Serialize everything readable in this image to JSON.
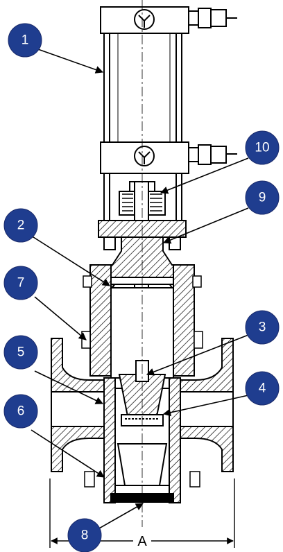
{
  "callouts": [
    {
      "id": "1",
      "label": "1"
    },
    {
      "id": "2",
      "label": "2"
    },
    {
      "id": "3",
      "label": "3"
    },
    {
      "id": "4",
      "label": "4"
    },
    {
      "id": "5",
      "label": "5"
    },
    {
      "id": "6",
      "label": "6"
    },
    {
      "id": "7",
      "label": "7"
    },
    {
      "id": "8",
      "label": "8"
    },
    {
      "id": "9",
      "label": "9"
    },
    {
      "id": "10",
      "label": "10"
    }
  ],
  "dimension": {
    "label": "A"
  },
  "colors": {
    "callout_fill": "#1f3d8f",
    "line": "#000000"
  }
}
